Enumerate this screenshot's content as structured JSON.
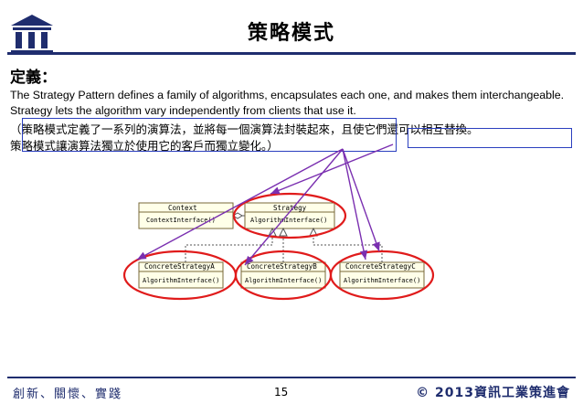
{
  "header": {
    "title": "策略模式"
  },
  "definition": {
    "heading": "定義：",
    "english": "The Strategy Pattern defines a family of algorithms, encapsulates each one, and makes them interchangeable. Strategy lets the algorithm vary independently from clients that use it.",
    "chinese_line1": "（策略模式定義了一系列的演算法，並將每一個演算法封裝起來，且使它們還可以相互替換。",
    "chinese_line2": "策略模式讓演算法獨立於使用它的客戶而獨立變化。）"
  },
  "uml": {
    "context": {
      "name": "Context",
      "method": "ContextInterface()"
    },
    "strategy": {
      "name": "Strategy",
      "method": "AlgorithmInterface()"
    },
    "concrete_a": {
      "name": "ConcreteStrategyA",
      "method": "AlgorithmInterface()"
    },
    "concrete_b": {
      "name": "ConcreteStrategyB",
      "method": "AlgorithmInterface()"
    },
    "concrete_c": {
      "name": "ConcreteStrategyC",
      "method": "AlgorithmInterface()"
    }
  },
  "footer": {
    "left": "創新、關懷、實踐",
    "page": "15",
    "right": "© 2013資訊工業策進會"
  },
  "colors": {
    "brand": "#1f2d6e",
    "highlight_box": "#2b3fbf",
    "ellipse": "#e01b1b",
    "arrow": "#7a2fb0"
  }
}
